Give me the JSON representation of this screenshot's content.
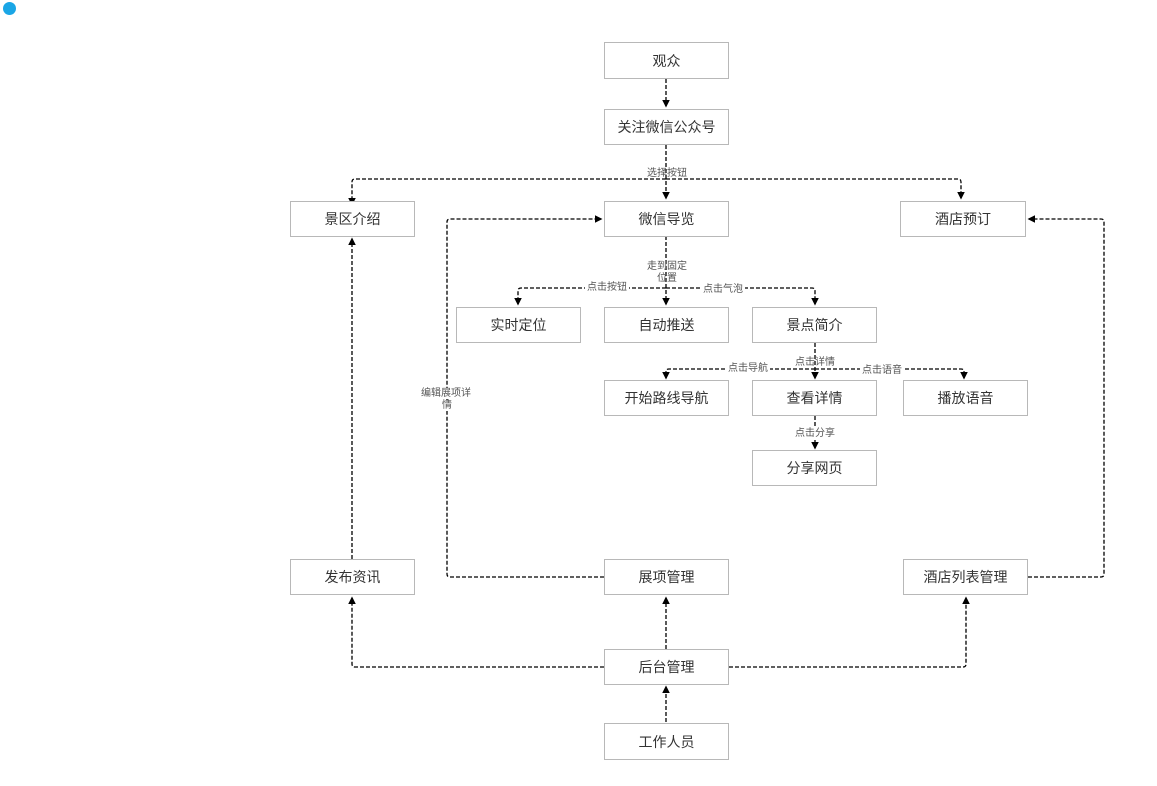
{
  "accent_color": "#1aa6e6",
  "line_color": "#000000",
  "border_color": "#b8b8b8",
  "nodes": {
    "audience": "观众",
    "follow_wechat": "关注微信公众号",
    "scenic_intro": "景区介绍",
    "wechat_guide": "微信导览",
    "hotel_booking": "酒店预订",
    "realtime_location": "实时定位",
    "auto_push": "自动推送",
    "spot_intro": "景点简介",
    "start_navigation": "开始路线导航",
    "view_details": "查看详情",
    "play_audio": "播放语音",
    "share_page": "分享网页",
    "publish_news": "发布资讯",
    "exhibit_management": "展项管理",
    "hotel_list_management": "酒店列表管理",
    "backend_management": "后台管理",
    "staff": "工作人员"
  },
  "edge_labels": {
    "select_button": "选择按钮",
    "reach_fixed_position_line1": "走到固定",
    "reach_fixed_position_line2": "位置",
    "click_button": "点击按钮",
    "click_bubble": "点击气泡",
    "click_details": "点击详情",
    "click_navigation": "点击导航",
    "click_audio": "点击语音",
    "click_share": "点击分享",
    "edit_exhibit_details_line1": "编辑展项详",
    "edit_exhibit_details_line2": "情"
  }
}
